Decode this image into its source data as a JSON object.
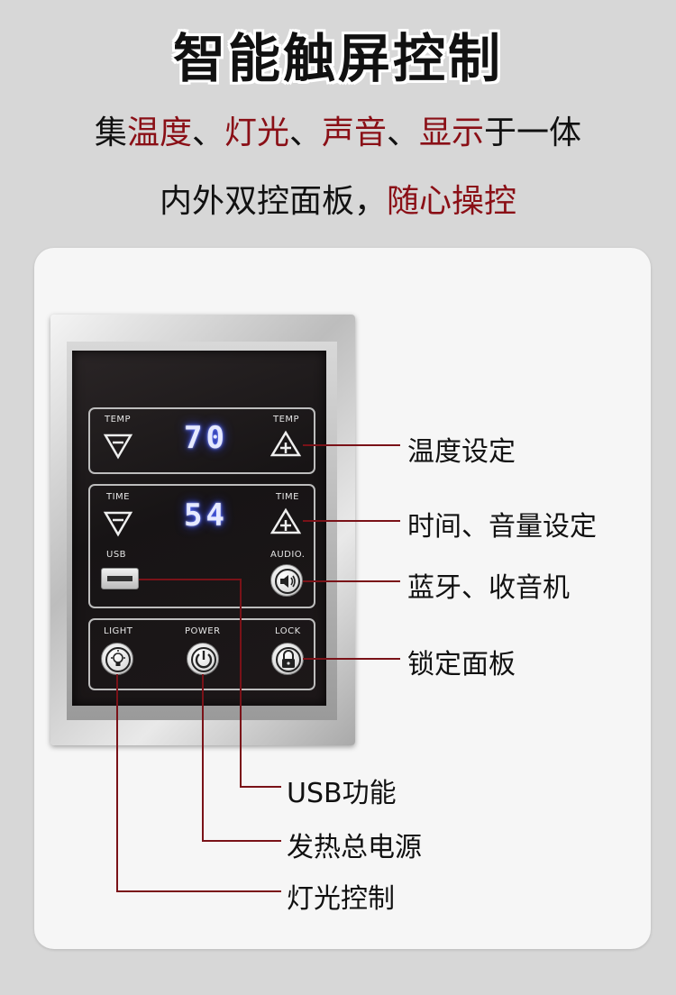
{
  "header": {
    "title": "智能触屏控制",
    "sub1": [
      "集",
      "温度",
      "、",
      "灯光",
      "、",
      "声音",
      "、",
      "显示",
      "于一体"
    ],
    "sub2": [
      "内外双控面板，",
      "随心操控"
    ]
  },
  "panel": {
    "temp_left": "TEMP",
    "temp_right": "TEMP",
    "temp_value": "70",
    "time_left": "TIME",
    "time_right": "TIME",
    "time_value": "54",
    "usb": "USB",
    "audio": "AUDIO.",
    "light": "LIGHT",
    "power": "POWER",
    "lock": "LOCK"
  },
  "callouts": {
    "temp": "温度设定",
    "time": "时间、音量设定",
    "audio": "蓝牙、收音机",
    "lock": "锁定面板",
    "usb": "USB功能",
    "power": "发热总电源",
    "light": "灯光控制"
  },
  "colors": {
    "accent": "#8a0f16",
    "line": "#7a1218",
    "digit_glow": "#4a63ff"
  },
  "icons": [
    "minus-triangle-icon",
    "plus-triangle-icon",
    "speaker-icon",
    "bulb-icon",
    "power-icon",
    "lock-icon",
    "usb-port-icon"
  ]
}
